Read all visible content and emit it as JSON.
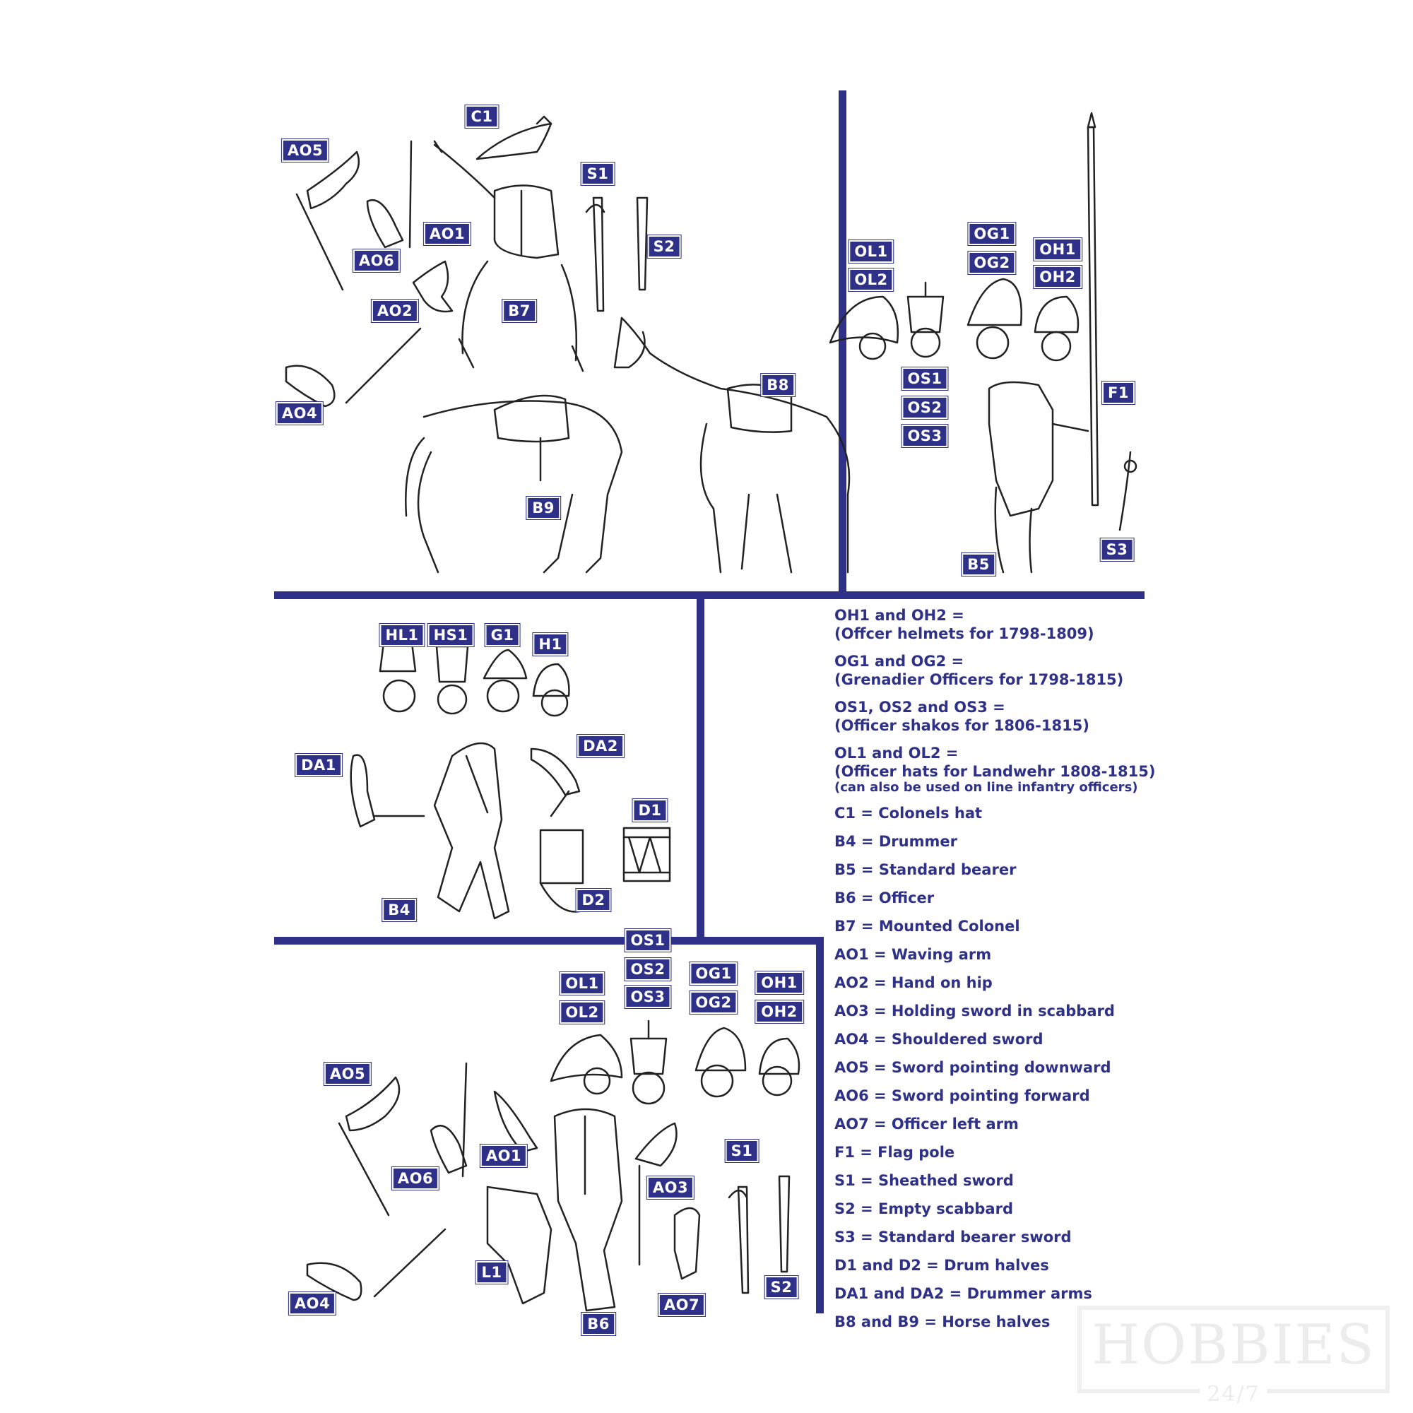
{
  "colors": {
    "accent": "#2e3187",
    "line_art": "#222222",
    "watermark": "#ececec"
  },
  "panels": {
    "mounted_colonel": {
      "labels": [
        "C1",
        "AO5",
        "S1",
        "AO1",
        "S2",
        "AO6",
        "AO2",
        "B7",
        "B8",
        "AO4",
        "B9"
      ]
    },
    "standard_bearer": {
      "labels": [
        "OL1",
        "OL2",
        "OG1",
        "OG2",
        "OH1",
        "OH2",
        "OS1",
        "OS2",
        "OS3",
        "F1",
        "S3",
        "B5"
      ]
    },
    "drummer": {
      "labels": [
        "HL1",
        "HS1",
        "G1",
        "H1",
        "DA2",
        "DA1",
        "D1",
        "D2",
        "B4"
      ]
    },
    "officer": {
      "labels": [
        "OS1",
        "OS2",
        "OS3",
        "OL1",
        "OL2",
        "OG1",
        "OG2",
        "OH1",
        "OH2",
        "AO5",
        "AO1",
        "S1",
        "AO6",
        "AO3",
        "L1",
        "S2",
        "AO4",
        "AO7",
        "B6"
      ]
    }
  },
  "legend": {
    "groups": [
      {
        "title": "OH1 and OH2 =",
        "desc": "(Offcer helmets for 1798-1809)"
      },
      {
        "title": "OG1 and OG2 =",
        "desc": "(Grenadier Officers for 1798-1815)"
      },
      {
        "title": "OS1, OS2 and OS3 =",
        "desc": "(Officer shakos for 1806-1815)"
      },
      {
        "title": "OL1 and OL2 =",
        "desc": "(Officer hats for Landwehr 1808-1815)",
        "note": "(can also be used on line infantry officers)"
      }
    ],
    "items": [
      "C1 = Colonels hat",
      "B4 = Drummer",
      "B5 = Standard bearer",
      "B6 = Officer",
      "B7 = Mounted Colonel",
      "AO1 = Waving arm",
      "AO2 = Hand on hip",
      "AO3 = Holding sword in scabbard",
      "AO4 = Shouldered sword",
      "AO5 = Sword pointing downward",
      "AO6 = Sword pointing forward",
      "AO7 = Officer left arm",
      "F1 = Flag pole",
      "S1 = Sheathed sword",
      "S2 = Empty scabbard",
      "S3 = Standard bearer sword",
      "D1 and D2 = Drum halves",
      "DA1 and DA2 = Drummer arms",
      "B8 and B9 = Horse halves"
    ]
  },
  "watermark": {
    "brand": "HOBBIES",
    "sub": "24/7"
  }
}
